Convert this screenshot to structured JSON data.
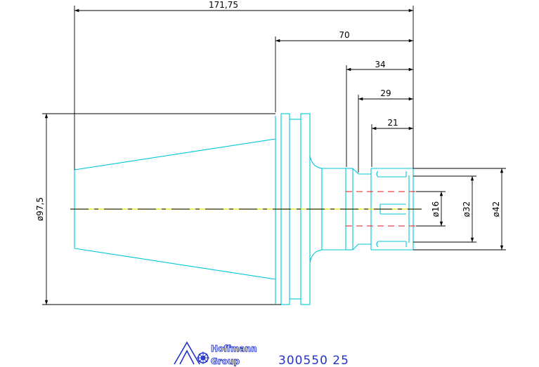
{
  "colors": {
    "background": "#ffffff",
    "dimension": "#000000",
    "outline": "#00c8d8",
    "centerline_yellow": "#e8e800",
    "centerline_dark": "#000000",
    "hidden_red": "#e01818",
    "brand_blue": "#2233cc"
  },
  "dimensions": {
    "overall_length": "171,75",
    "flange_length": "70",
    "nose_length": "34",
    "bore_depth_29": "29",
    "bore_depth_21": "21",
    "diameter_97_5": "ø97,5",
    "diameter_16": "ø16",
    "diameter_32": "ø32",
    "diameter_42": "ø42"
  },
  "title_block": {
    "brand_line1": "Hoffmann",
    "brand_line2": "Group",
    "part_number": "300550 25",
    "logo_icon": "hoffmann-group-logo-icon"
  }
}
